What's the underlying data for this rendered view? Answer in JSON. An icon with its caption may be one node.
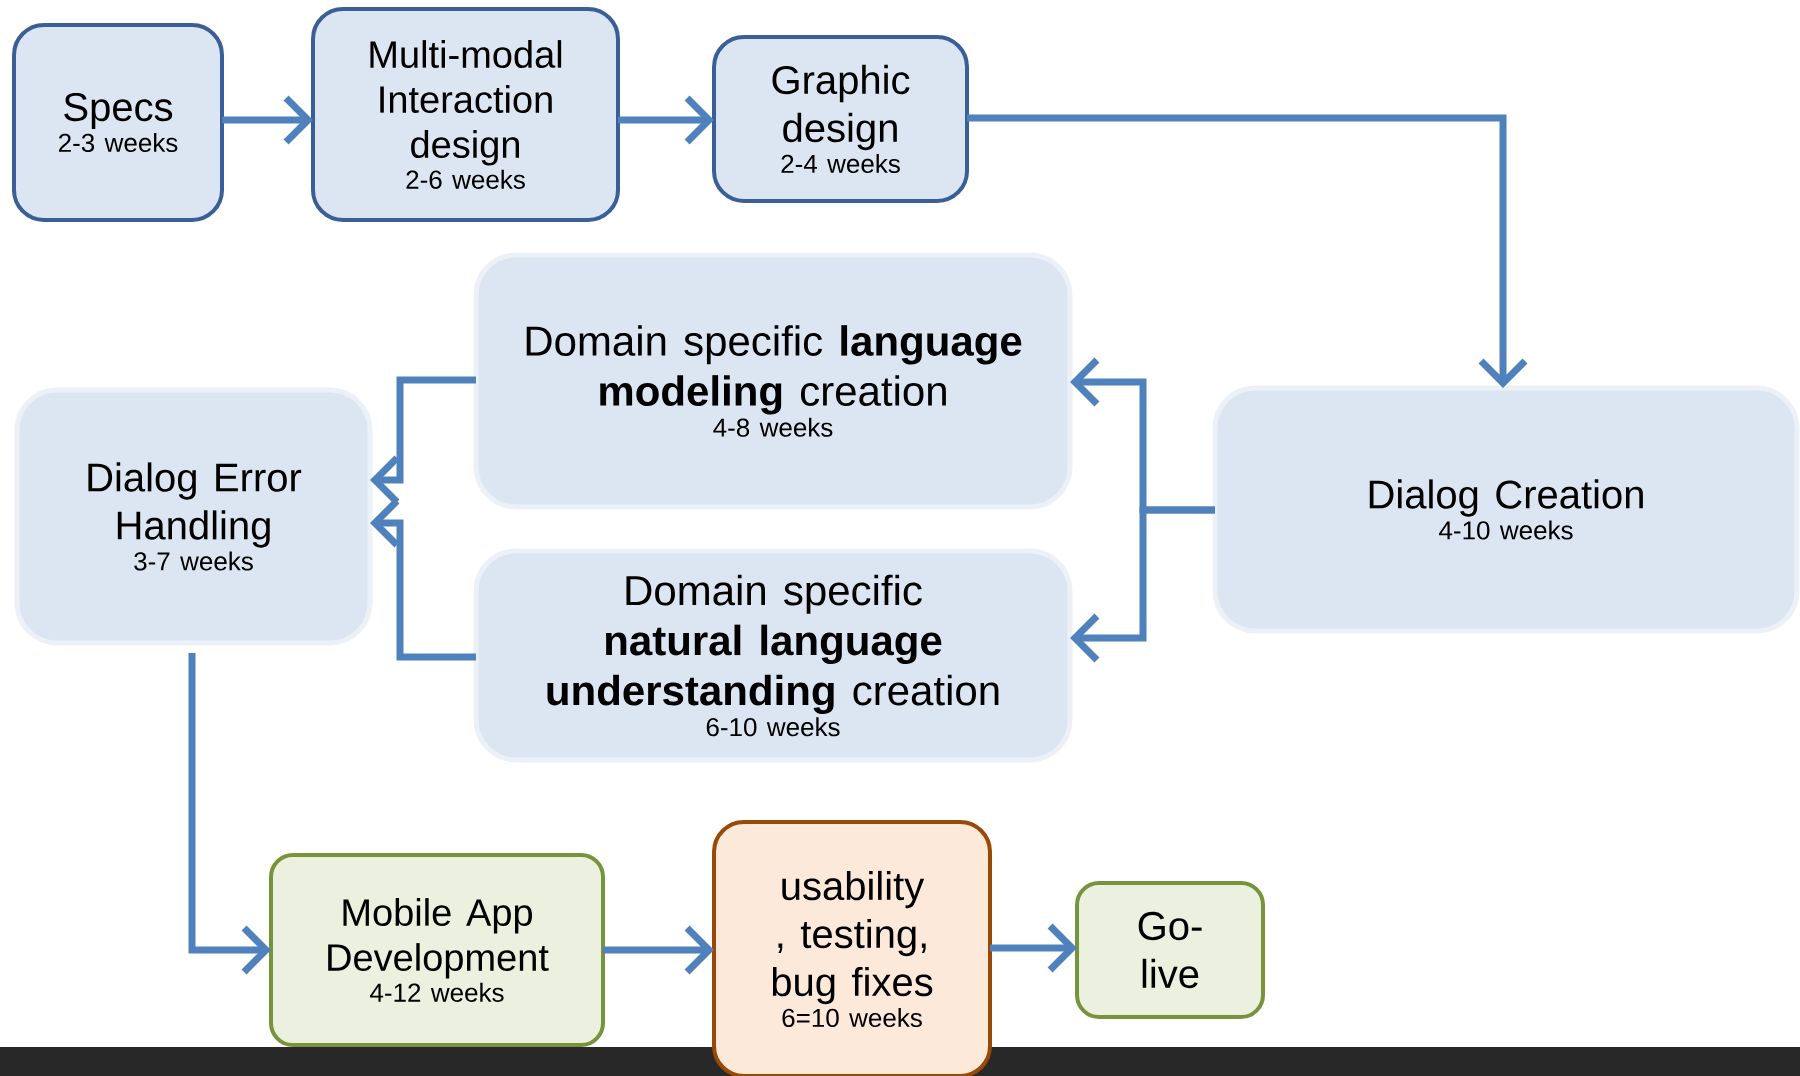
{
  "diagram": {
    "nodes": [
      {
        "text": [
          "Specs",
          "2-3 weeks"
        ]
      },
      {
        "text": [
          "Multi-modal Interaction design",
          "2-6 weeks"
        ]
      },
      {
        "text": [
          "Graphic design",
          "2-4 weeks"
        ]
      },
      {
        "text": [
          "Domain specific **language modeling** creation",
          "4-8 weeks"
        ]
      },
      {
        "text": [
          "Dialog Error Handling",
          "3-7 weeks"
        ]
      },
      {
        "text": [
          "Dialog Creation",
          "4-10 weeks"
        ]
      },
      {
        "text": [
          "Domain specific **natural language understanding** creation",
          "6-10 weeks"
        ]
      },
      {
        "text": [
          "Mobile App Development",
          "4-12 weeks"
        ]
      },
      {
        "text": [
          "usability , testing, bug fixes",
          "6=10 weeks"
        ]
      },
      {
        "text": [
          "Go- live"
        ]
      }
    ],
    "edges": [
      {
        "from": 0,
        "to": 1,
        "arrow": "to"
      },
      {
        "from": 1,
        "to": 2,
        "arrow": "to"
      },
      {
        "from": 2,
        "to": 5,
        "arrow": "to"
      },
      {
        "from": 5,
        "to": 3,
        "arrow": "to"
      },
      {
        "from": 5,
        "to": 6,
        "arrow": "to"
      },
      {
        "from": 3,
        "to": 4,
        "arrow": "to"
      },
      {
        "from": 6,
        "to": 4,
        "arrow": "to"
      },
      {
        "from": 4,
        "to": 7,
        "arrow": "to"
      },
      {
        "from": 7,
        "to": 8,
        "arrow": "to"
      },
      {
        "from": 8,
        "to": 9,
        "arrow": "to"
      }
    ]
  }
}
